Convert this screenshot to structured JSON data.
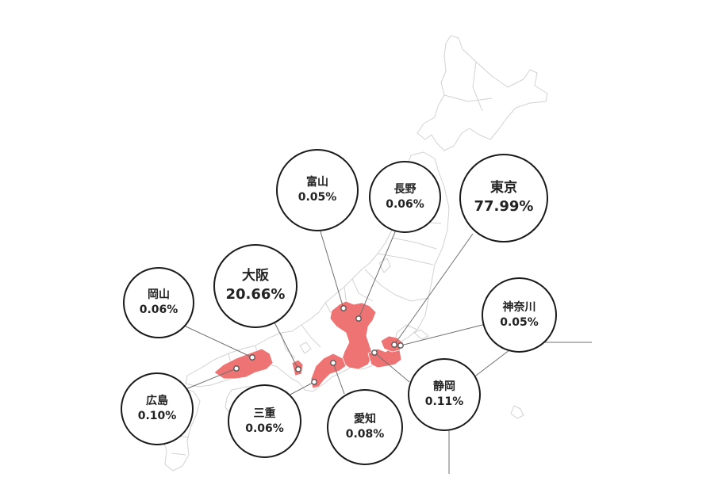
{
  "map": {
    "region_color": "#ee7474",
    "outline_color": "#d2d2d2",
    "prefectures": [
      {
        "id": "toyama",
        "name": "富山",
        "share": "0.05%"
      },
      {
        "id": "nagano",
        "name": "長野",
        "share": "0.06%"
      },
      {
        "id": "tokyo",
        "name": "東京",
        "share": "77.99%"
      },
      {
        "id": "osaka",
        "name": "大阪",
        "share": "20.66%"
      },
      {
        "id": "okayama",
        "name": "岡山",
        "share": "0.06%"
      },
      {
        "id": "kanagawa",
        "name": "神奈川",
        "share": "0.05%"
      },
      {
        "id": "shizuoka",
        "name": "静岡",
        "share": "0.11%"
      },
      {
        "id": "hiroshima",
        "name": "広島",
        "share": "0.10%"
      },
      {
        "id": "mie",
        "name": "三重",
        "share": "0.06%"
      },
      {
        "id": "aichi",
        "name": "愛知",
        "share": "0.08%"
      }
    ]
  }
}
